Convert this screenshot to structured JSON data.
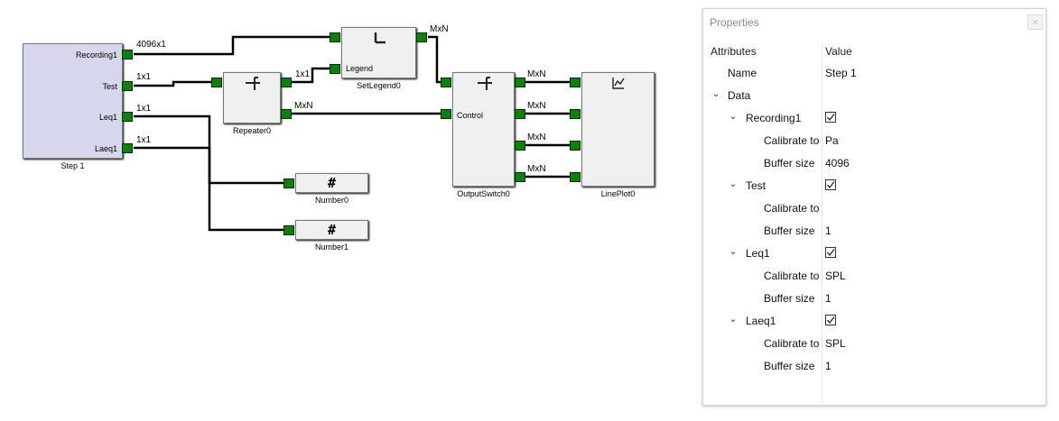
{
  "graph": {
    "step": {
      "caption": "Step 1",
      "ports": [
        "Recording1",
        "Test",
        "Leq1",
        "Laeq1"
      ]
    },
    "repeater": {
      "caption": "Repeater0"
    },
    "setlegend": {
      "caption": "SetLegend0",
      "port": "Legend"
    },
    "outputswitch": {
      "caption": "OutputSwitch0",
      "port": "Control"
    },
    "lineplot": {
      "caption": "LinePlot0"
    },
    "number0": {
      "caption": "Number0",
      "icon": "#"
    },
    "number1": {
      "caption": "Number1",
      "icon": "#"
    },
    "wire_labels": {
      "recording": "4096x1",
      "test": "1x1",
      "leq": "1x1",
      "laeq": "1x1",
      "legend_in": "1x1",
      "setlegend_out": "MxN",
      "control": "MxN",
      "sw0": "MxN",
      "sw1": "MxN",
      "sw2": "MxN",
      "sw3": "MxN"
    },
    "icons": {
      "repeater": "repeater-icon",
      "setlegend": "legend-icon",
      "outputswitch": "switch-icon",
      "lineplot": "line-chart-icon"
    }
  },
  "properties": {
    "title": "Properties",
    "col_attributes": "Attributes",
    "col_value": "Value",
    "name_label": "Name",
    "name_value": "Step 1",
    "data_label": "Data",
    "groups": [
      {
        "name": "Recording1",
        "checked": true,
        "calibrate_label": "Calibrate to",
        "calibrate": "Pa",
        "buffer_label": "Buffer size",
        "buffer": "4096"
      },
      {
        "name": "Test",
        "checked": true,
        "calibrate_label": "Calibrate to",
        "calibrate": "",
        "buffer_label": "Buffer size",
        "buffer": "1"
      },
      {
        "name": "Leq1",
        "checked": true,
        "calibrate_label": "Calibrate to",
        "calibrate": "SPL",
        "buffer_label": "Buffer size",
        "buffer": "1"
      },
      {
        "name": "Laeq1",
        "checked": true,
        "calibrate_label": "Calibrate to",
        "calibrate": "SPL",
        "buffer_label": "Buffer size",
        "buffer": "1"
      }
    ]
  }
}
